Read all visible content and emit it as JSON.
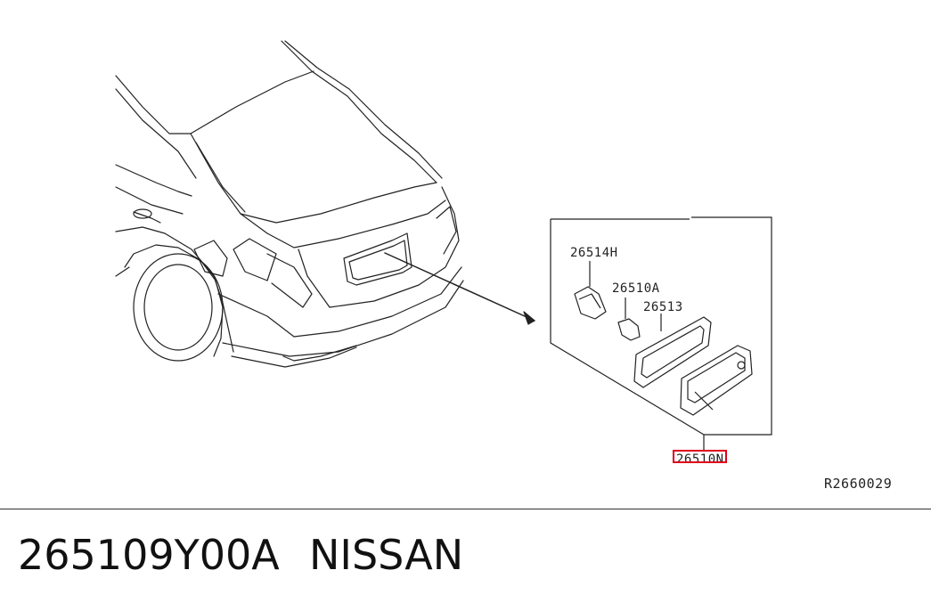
{
  "callouts": {
    "socket": "26514H",
    "bulb": "26510A",
    "gasket": "26513",
    "assembly": "26510N"
  },
  "reference_code": "R2660029",
  "footer": {
    "part_number": "265109Y00A",
    "brand": "NISSAN"
  },
  "colors": {
    "highlight": "#e0001b",
    "line": "#222222"
  }
}
